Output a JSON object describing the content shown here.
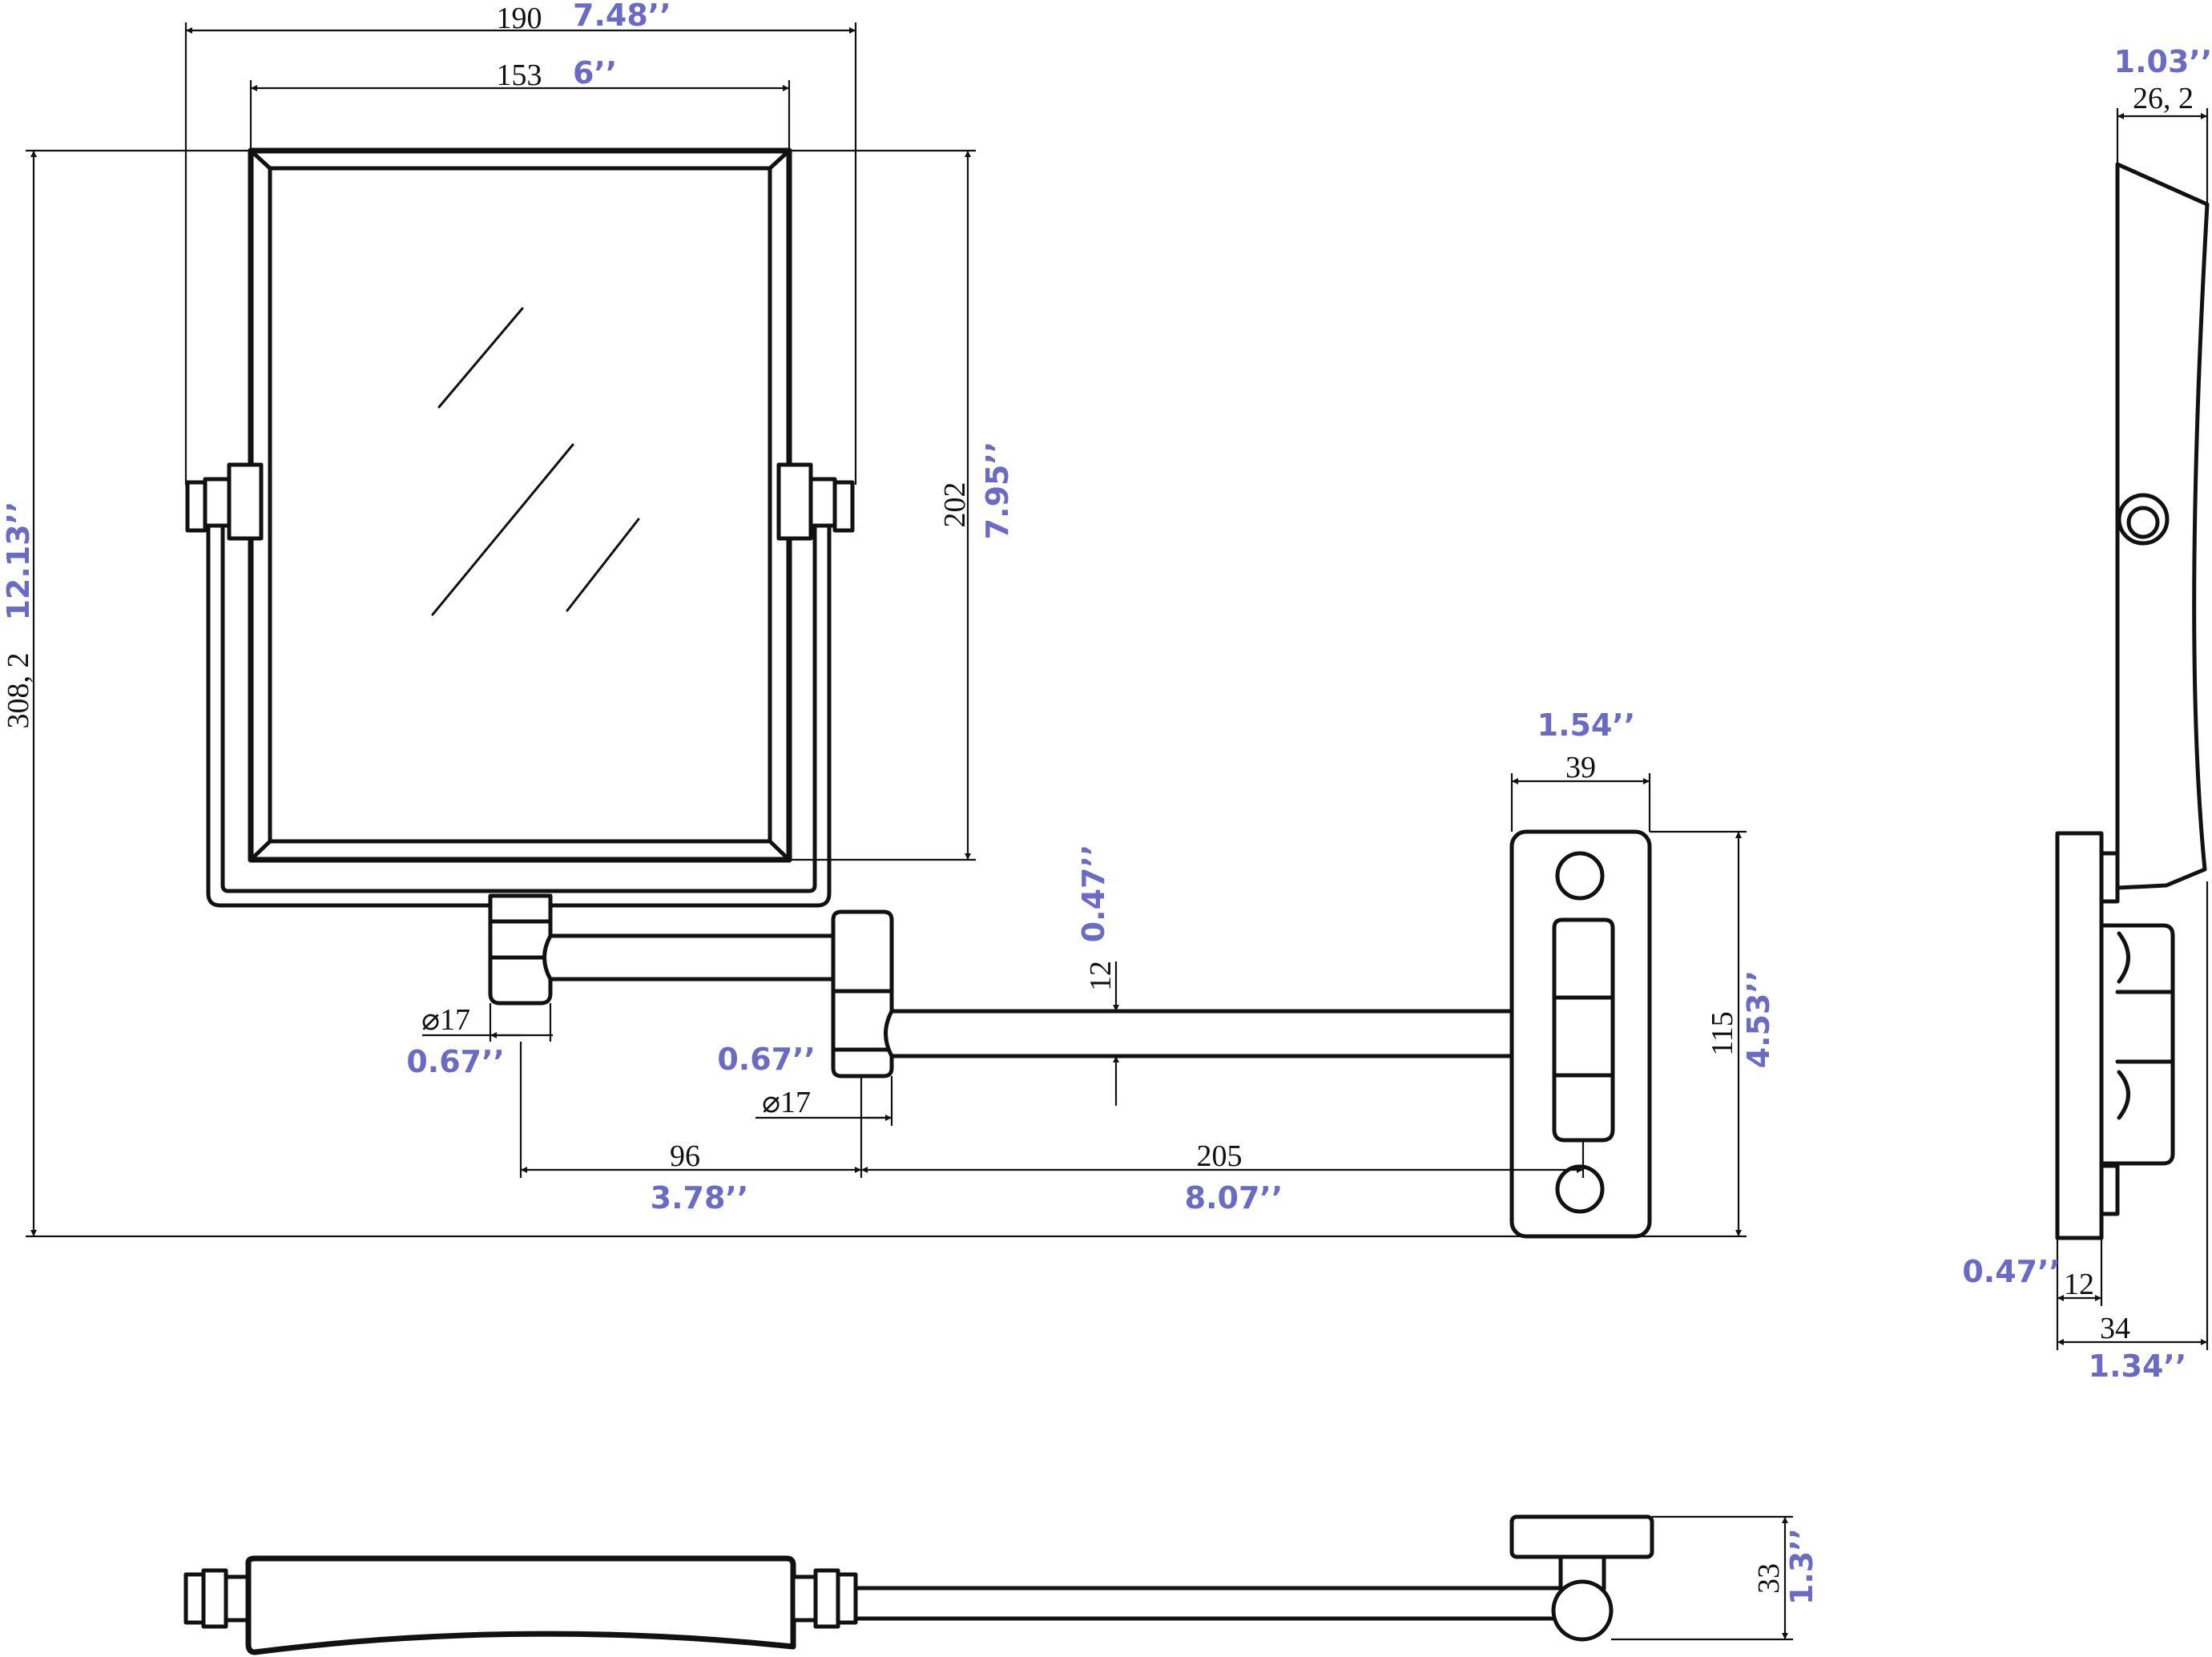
{
  "dimensions": {
    "width_mm": "190",
    "width_in": "7.48’’",
    "mirror_width_mm": "153",
    "mirror_width_in": "6’’",
    "total_height_mm": "308, 2",
    "total_height_in": "12.13’’",
    "mirror_height_mm": "202",
    "mirror_height_in": "7.95’’",
    "arm_dia_mm": "12",
    "arm_dia_in": "0.47’’",
    "joint_left_mm": "⌀17",
    "joint_left_in": "0.67’’",
    "joint_right_mm": "⌀17",
    "joint_right_in": "0.67’’",
    "arm1_mm": "96",
    "arm1_in": "3.78’’",
    "arm2_mm": "205",
    "arm2_in": "8.07’’",
    "plate_width_mm": "39",
    "plate_width_in": "1.54’’",
    "plate_height_mm": "115",
    "plate_height_in": "4.53’’",
    "side_top_mm": "26, 2",
    "side_top_in": "1.03’’",
    "side_plate_mm": "12",
    "side_plate_in": "0.47’’",
    "side_depth_mm": "34",
    "side_depth_in": "1.34’’",
    "top_view_mm": "33",
    "top_view_in": "1.3’’"
  }
}
